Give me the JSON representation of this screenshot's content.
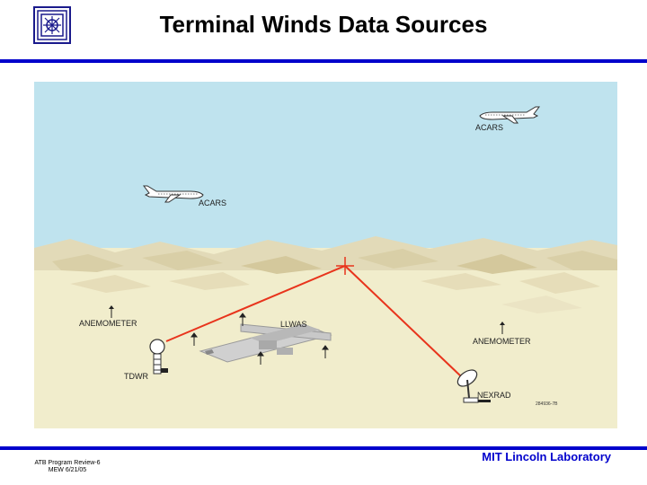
{
  "header": {
    "title": "Terminal Winds Data Sources"
  },
  "diagram": {
    "labels": {
      "acars_top": "ACARS",
      "acars_left": "ACARS",
      "anemometer_left": "ANEMOMETER",
      "anemometer_right": "ANEMOMETER",
      "llwas": "LLWAS",
      "tdwr": "TDWR",
      "nexrad": "NEXRAD",
      "figure_id": "284936-7B"
    },
    "colors": {
      "sky": "#bfe3ee",
      "ground": "#f1edcc",
      "beam": "#e8341c",
      "rule": "#0000cc"
    }
  },
  "footer": {
    "line1": "ATB Program Review-6",
    "line2": "MEW 6/21/05",
    "lab": "MIT Lincoln Laboratory"
  }
}
